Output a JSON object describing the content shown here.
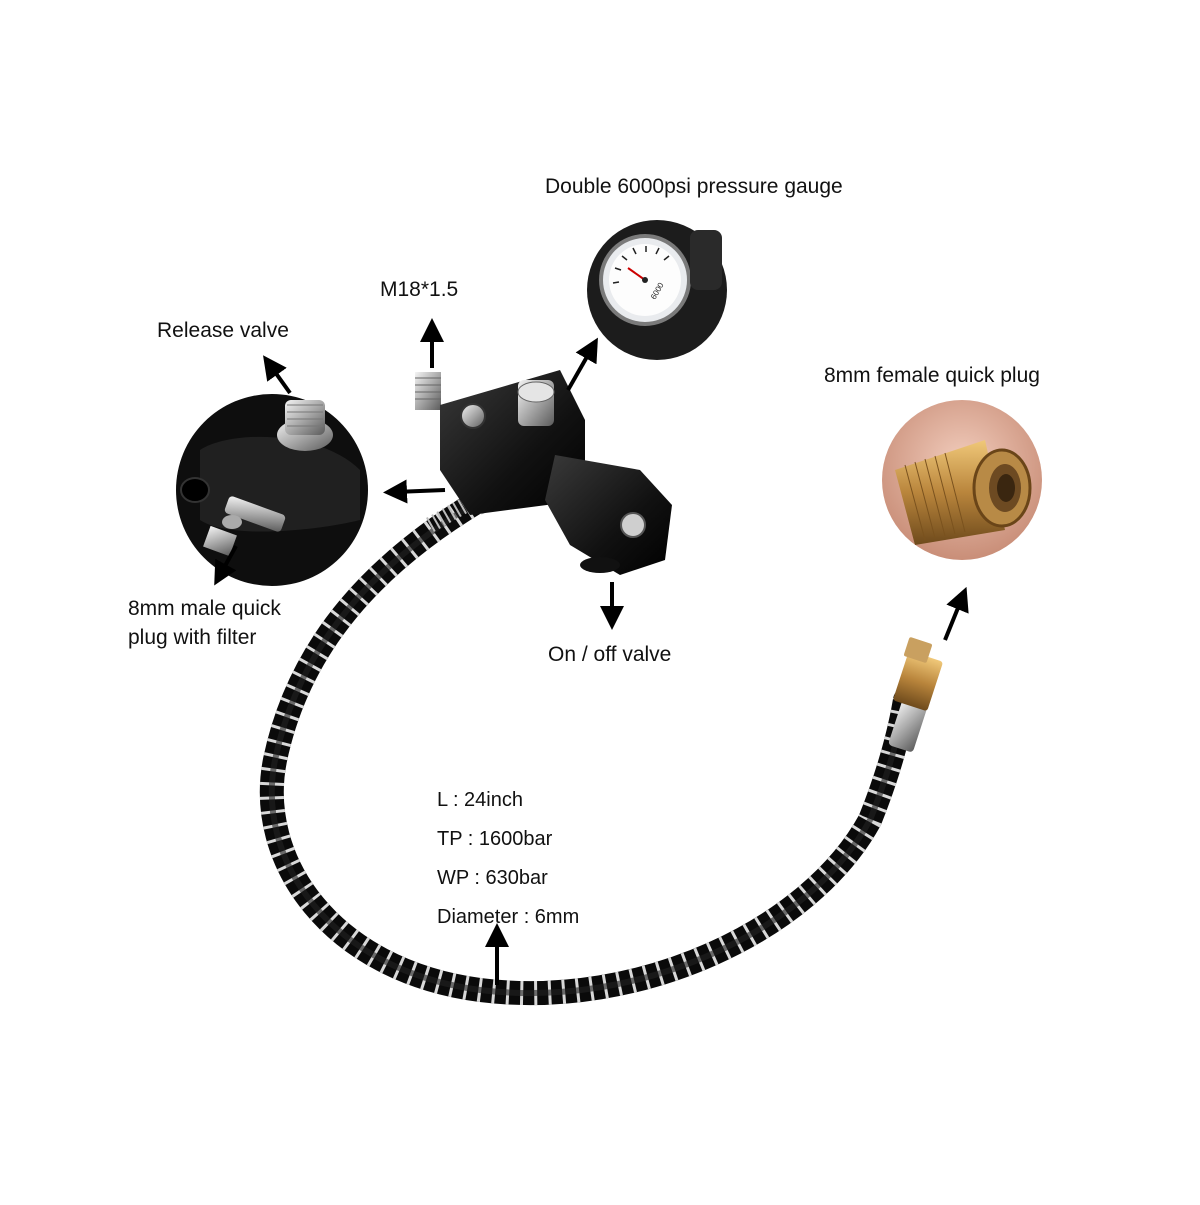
{
  "callouts": {
    "gauge": "Double 6000psi pressure gauge",
    "thread": "M18*1.5",
    "release_valve": "Release valve",
    "female_plug": "8mm female quick plug",
    "male_plug_line1": "8mm male quick",
    "male_plug_line2": "plug with filter",
    "on_off_valve": "On / off valve"
  },
  "specs": [
    "L : 24inch",
    "TP : 1600bar",
    "WP : 630bar",
    "Diameter : 6mm"
  ],
  "gauge_face": {
    "unit": "psi",
    "max": "6000"
  }
}
